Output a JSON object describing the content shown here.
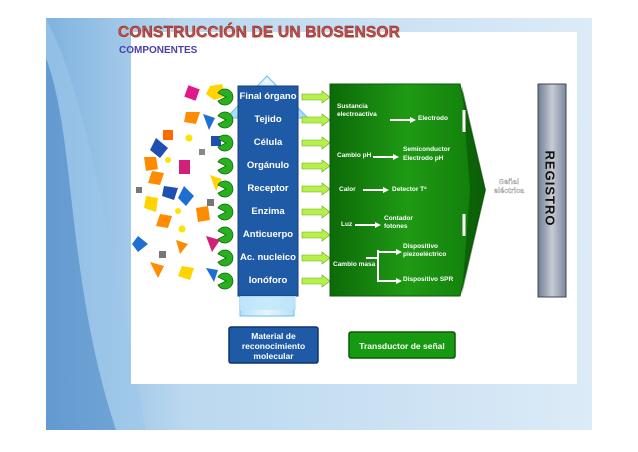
{
  "slide": {
    "title": "CONSTRUCCIÓN DE UN BIOSENSOR",
    "subtitle": "COMPONENTES"
  },
  "molecular_components": [
    "Final órgano",
    "Tejido",
    "Célula",
    "Orgánulo",
    "Receptor",
    "Enzima",
    "Anticuerpo",
    "Ac. nucleico",
    "Ionóforo"
  ],
  "transducer_items": {
    "sustancia": "Sustancia electroactiva",
    "electrodo": "Electrodo",
    "cambio_ph": "Cambio pH",
    "semiconductor": "Semiconductor",
    "electrodo_ph": "Electrodo pH",
    "calor": "Calor",
    "detector": "Detector Tª",
    "luz": "Luz",
    "contador": "Contador fotones",
    "cambio_masa": "Cambio masa",
    "dispositivo_piezo": "Dispositivo piezoeléctrico",
    "dispositivo_spr": "Dispositivo SPR"
  },
  "signal_label": "Señal eléctrica",
  "registro_label": "REGISTRO",
  "bottom_labels": {
    "material": "Material de reconocimiento molecular",
    "transductor": "Transductor de señal"
  },
  "colors": {
    "slide_blue": "#b9d8ef",
    "column_blue": "#1f5aa6",
    "green": "#1a8a12",
    "dark_green": "#0f6b0a",
    "arrow_green": "#b6f04a",
    "registro_grey": "#9aa4b4",
    "title_red": "#c0504d"
  }
}
